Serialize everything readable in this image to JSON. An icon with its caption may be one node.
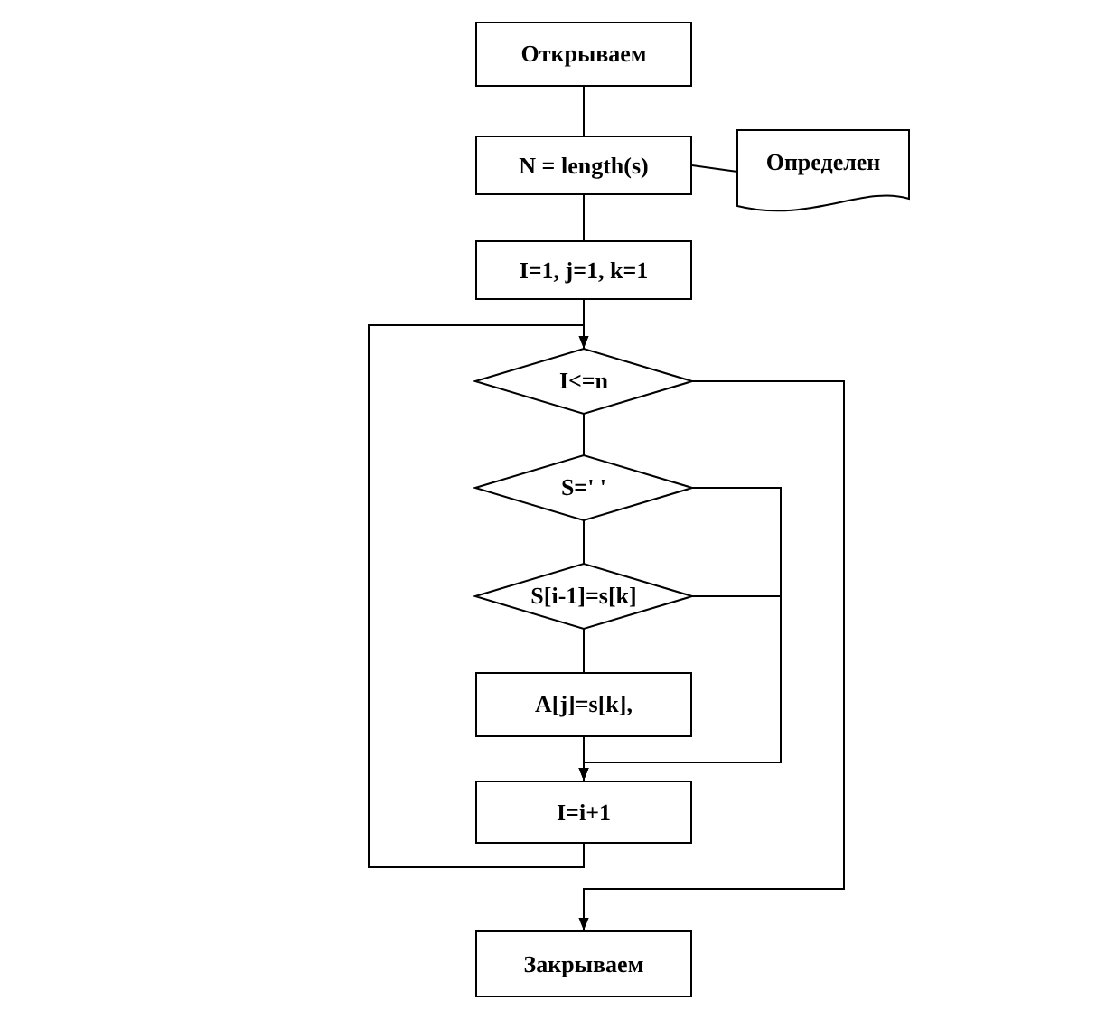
{
  "diagram": {
    "nodes": [
      {
        "text": [
          "Открываем"
        ]
      },
      {
        "text": [
          "N = length(s)"
        ]
      },
      {
        "text": [
          "I=1, j=1, k=1"
        ]
      },
      {
        "text": [
          "I<=n"
        ]
      },
      {
        "text": [
          "S=' '"
        ]
      },
      {
        "text": [
          "S[i-1]=s[k]"
        ]
      },
      {
        "text": [
          "A[j]=s[k],"
        ]
      },
      {
        "text": [
          "I=i+1"
        ]
      },
      {
        "text": [
          "Закрываем"
        ]
      },
      {
        "text": [
          "Определен"
        ]
      }
    ],
    "edges": [
      {
        "from": 0,
        "to": 1,
        "arrow": "none"
      },
      {
        "from": 1,
        "to": 2,
        "arrow": "none"
      },
      {
        "from": 1,
        "to": 9,
        "arrow": "none"
      },
      {
        "from": 2,
        "to": 3,
        "arrow": "none"
      },
      {
        "from": 3,
        "to": 4,
        "arrow": "none"
      },
      {
        "from": 4,
        "to": 5,
        "arrow": "none"
      },
      {
        "from": 5,
        "to": 6,
        "arrow": "none"
      },
      {
        "from": 6,
        "to": 7,
        "arrow": "none"
      },
      {
        "from": 7,
        "to": 3,
        "arrow": "to"
      },
      {
        "from": 3,
        "to": 8,
        "arrow": "to"
      },
      {
        "from": 4,
        "to": 7,
        "arrow": "to"
      },
      {
        "from": 5,
        "to": 7,
        "arrow": "to"
      }
    ]
  }
}
